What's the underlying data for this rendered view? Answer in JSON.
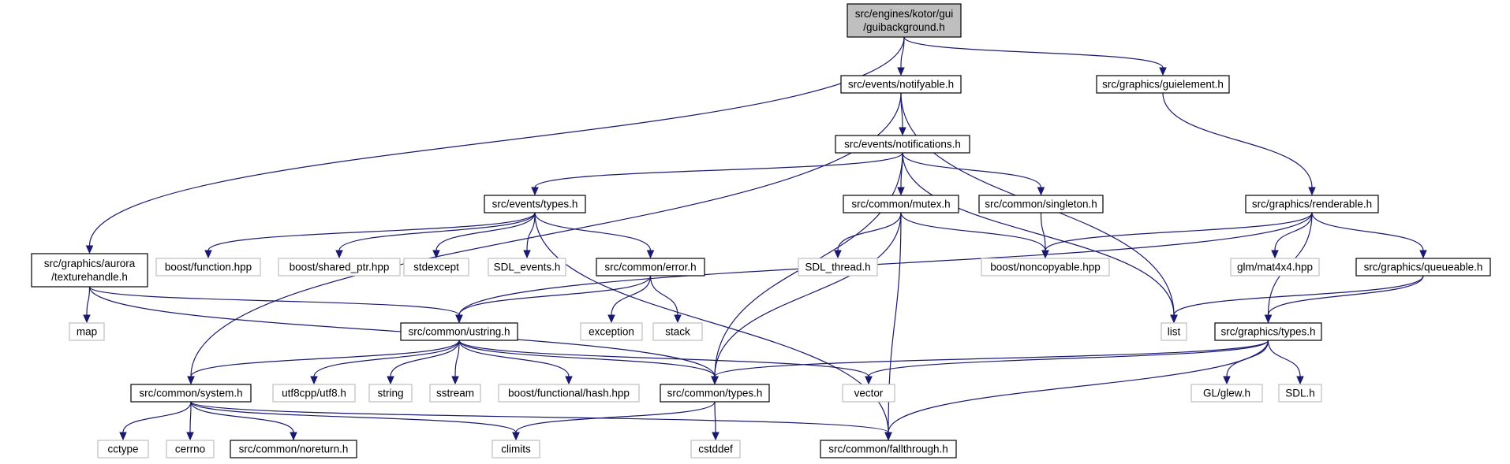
{
  "nodes": [
    {
      "id": "root",
      "lines": [
        "src/engines/kotor/gui",
        "/guibackground.h"
      ],
      "kind": "root"
    },
    {
      "id": "notifyable",
      "lines": [
        "src/events/notifyable.h"
      ],
      "kind": "local"
    },
    {
      "id": "guielement",
      "lines": [
        "src/graphics/guielement.h"
      ],
      "kind": "local"
    },
    {
      "id": "notifications",
      "lines": [
        "src/events/notifications.h"
      ],
      "kind": "local"
    },
    {
      "id": "renderable",
      "lines": [
        "src/graphics/renderable.h"
      ],
      "kind": "local"
    },
    {
      "id": "evtypes",
      "lines": [
        "src/events/types.h"
      ],
      "kind": "local"
    },
    {
      "id": "mutex",
      "lines": [
        "src/common/mutex.h"
      ],
      "kind": "local"
    },
    {
      "id": "singleton",
      "lines": [
        "src/common/singleton.h"
      ],
      "kind": "local"
    },
    {
      "id": "texturehandle",
      "lines": [
        "src/graphics/aurora",
        "/texturehandle.h"
      ],
      "kind": "local"
    },
    {
      "id": "boostfunction",
      "lines": [
        "boost/function.hpp"
      ],
      "kind": "ext"
    },
    {
      "id": "boostshared",
      "lines": [
        "boost/shared_ptr.hpp"
      ],
      "kind": "ext"
    },
    {
      "id": "stdexcept",
      "lines": [
        "stdexcept"
      ],
      "kind": "ext"
    },
    {
      "id": "sdlevents",
      "lines": [
        "SDL_events.h"
      ],
      "kind": "ext"
    },
    {
      "id": "error",
      "lines": [
        "src/common/error.h"
      ],
      "kind": "local"
    },
    {
      "id": "sdlthread",
      "lines": [
        "SDL_thread.h"
      ],
      "kind": "ext"
    },
    {
      "id": "noncopyable",
      "lines": [
        "boost/noncopyable.hpp"
      ],
      "kind": "ext"
    },
    {
      "id": "glm",
      "lines": [
        "glm/mat4x4.hpp"
      ],
      "kind": "ext"
    },
    {
      "id": "queueable",
      "lines": [
        "src/graphics/queueable.h"
      ],
      "kind": "local"
    },
    {
      "id": "map",
      "lines": [
        "map"
      ],
      "kind": "ext"
    },
    {
      "id": "ustring",
      "lines": [
        "src/common/ustring.h"
      ],
      "kind": "local"
    },
    {
      "id": "exception",
      "lines": [
        "exception"
      ],
      "kind": "ext"
    },
    {
      "id": "stack",
      "lines": [
        "stack"
      ],
      "kind": "ext"
    },
    {
      "id": "list",
      "lines": [
        "list"
      ],
      "kind": "ext"
    },
    {
      "id": "gfxtypes",
      "lines": [
        "src/graphics/types.h"
      ],
      "kind": "local"
    },
    {
      "id": "system",
      "lines": [
        "src/common/system.h"
      ],
      "kind": "local"
    },
    {
      "id": "utf8",
      "lines": [
        "utf8cpp/utf8.h"
      ],
      "kind": "ext"
    },
    {
      "id": "string",
      "lines": [
        "string"
      ],
      "kind": "ext"
    },
    {
      "id": "sstream",
      "lines": [
        "sstream"
      ],
      "kind": "ext"
    },
    {
      "id": "boosthash",
      "lines": [
        "boost/functional/hash.hpp"
      ],
      "kind": "ext"
    },
    {
      "id": "cmntypes",
      "lines": [
        "src/common/types.h"
      ],
      "kind": "local"
    },
    {
      "id": "vector",
      "lines": [
        "vector"
      ],
      "kind": "ext"
    },
    {
      "id": "glew",
      "lines": [
        "GL/glew.h"
      ],
      "kind": "ext"
    },
    {
      "id": "sdlh",
      "lines": [
        "SDL.h"
      ],
      "kind": "ext"
    },
    {
      "id": "cctype",
      "lines": [
        "cctype"
      ],
      "kind": "ext"
    },
    {
      "id": "cerrno",
      "lines": [
        "cerrno"
      ],
      "kind": "ext"
    },
    {
      "id": "noreturn",
      "lines": [
        "src/common/noreturn.h"
      ],
      "kind": "local"
    },
    {
      "id": "climits",
      "lines": [
        "climits"
      ],
      "kind": "ext"
    },
    {
      "id": "cstddef",
      "lines": [
        "cstddef"
      ],
      "kind": "ext"
    },
    {
      "id": "fallthrough",
      "lines": [
        "src/common/fallthrough.h"
      ],
      "kind": "local"
    }
  ],
  "edges": [
    [
      "root",
      "notifyable"
    ],
    [
      "root",
      "guielement"
    ],
    [
      "root",
      "texturehandle"
    ],
    [
      "notifyable",
      "notifications"
    ],
    [
      "notifyable",
      "system"
    ],
    [
      "notifyable",
      "list"
    ],
    [
      "guielement",
      "renderable"
    ],
    [
      "notifications",
      "evtypes"
    ],
    [
      "notifications",
      "mutex"
    ],
    [
      "notifications",
      "singleton"
    ],
    [
      "notifications",
      "cmntypes"
    ],
    [
      "notifications",
      "list"
    ],
    [
      "renderable",
      "noncopyable"
    ],
    [
      "renderable",
      "glm"
    ],
    [
      "renderable",
      "queueable"
    ],
    [
      "renderable",
      "ustring"
    ],
    [
      "renderable",
      "gfxtypes"
    ],
    [
      "evtypes",
      "boostfunction"
    ],
    [
      "evtypes",
      "boostshared"
    ],
    [
      "evtypes",
      "stdexcept"
    ],
    [
      "evtypes",
      "sdlevents"
    ],
    [
      "evtypes",
      "error"
    ],
    [
      "evtypes",
      "fallthrough"
    ],
    [
      "mutex",
      "sdlthread"
    ],
    [
      "mutex",
      "noncopyable"
    ],
    [
      "mutex",
      "cmntypes"
    ],
    [
      "mutex",
      "fallthrough"
    ],
    [
      "singleton",
      "noncopyable"
    ],
    [
      "texturehandle",
      "map"
    ],
    [
      "texturehandle",
      "ustring"
    ],
    [
      "texturehandle",
      "cmntypes"
    ],
    [
      "error",
      "ustring"
    ],
    [
      "error",
      "exception"
    ],
    [
      "error",
      "stack"
    ],
    [
      "queueable",
      "list"
    ],
    [
      "queueable",
      "gfxtypes"
    ],
    [
      "ustring",
      "system"
    ],
    [
      "ustring",
      "utf8"
    ],
    [
      "ustring",
      "string"
    ],
    [
      "ustring",
      "sstream"
    ],
    [
      "ustring",
      "boosthash"
    ],
    [
      "ustring",
      "cmntypes"
    ],
    [
      "ustring",
      "vector"
    ],
    [
      "gfxtypes",
      "cmntypes"
    ],
    [
      "gfxtypes",
      "vector"
    ],
    [
      "gfxtypes",
      "glew"
    ],
    [
      "gfxtypes",
      "sdlh"
    ],
    [
      "gfxtypes",
      "fallthrough"
    ],
    [
      "system",
      "cctype"
    ],
    [
      "system",
      "cerrno"
    ],
    [
      "system",
      "noreturn"
    ],
    [
      "system",
      "climits"
    ],
    [
      "system",
      "fallthrough"
    ],
    [
      "cmntypes",
      "climits"
    ],
    [
      "cmntypes",
      "cstddef"
    ]
  ]
}
